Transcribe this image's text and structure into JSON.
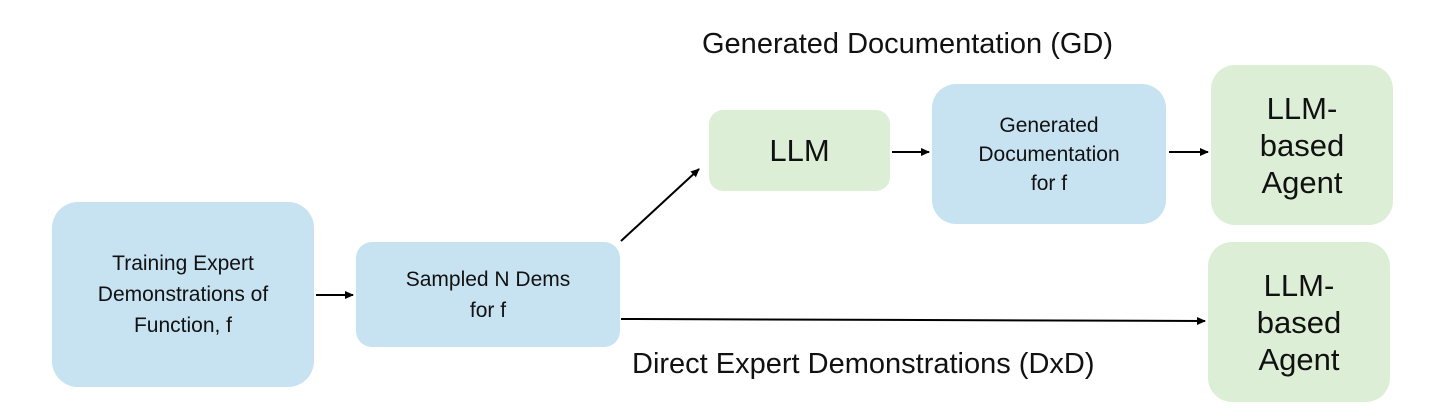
{
  "nodes": {
    "training": {
      "label": "Training Expert\nDemonstrations of\nFunction, f"
    },
    "sampled": {
      "label": "Sampled N Dems\nfor f"
    },
    "llm": {
      "label": "LLM"
    },
    "generated_doc": {
      "label": "Generated\nDocumentation\nfor f"
    },
    "agent_gd": {
      "label": "LLM-\nbased\nAgent"
    },
    "agent_dxd": {
      "label": "LLM-\nbased\nAgent"
    }
  },
  "paths": {
    "gd": {
      "label": "Generated Documentation (GD)"
    },
    "dxd": {
      "label": "Direct Expert Demonstrations (DxD)"
    }
  },
  "colors": {
    "blue_box": "#c7e2f1",
    "green_box": "#dcefd6",
    "arrow": "#000000"
  }
}
